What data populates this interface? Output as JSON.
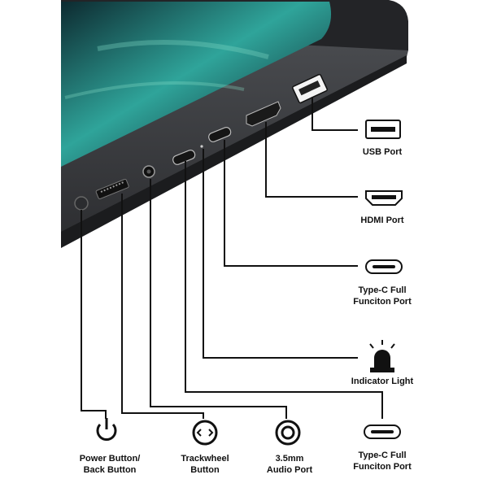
{
  "diagram": {
    "ports": {
      "usb": {
        "label": "USB Port"
      },
      "hdmi": {
        "label": "HDMI Port"
      },
      "typec_upper": {
        "label": "Type-C Full\nFunciton Port"
      },
      "indicator": {
        "label": "Indicator Light"
      },
      "typec_lower": {
        "label": "Type-C Full\nFunciton Port"
      },
      "power": {
        "label": "Power Button/\nBack Button"
      },
      "trackwheel": {
        "label": "Trackwheel\nButton"
      },
      "audio": {
        "label": "3.5mm\nAudio Port"
      }
    },
    "colors": {
      "device_body": "#3a3c3f",
      "device_edge": "#1f2022",
      "screen_teal": "#2fa49a",
      "screen_dark": "#123238",
      "line": "#111111"
    },
    "icons": {
      "usb": "usb-port-icon",
      "hdmi": "hdmi-port-icon",
      "typec": "type-c-port-icon",
      "indicator": "alarm-light-icon",
      "power": "power-icon",
      "trackwheel": "trackwheel-icon",
      "audio": "audio-jack-icon"
    }
  }
}
